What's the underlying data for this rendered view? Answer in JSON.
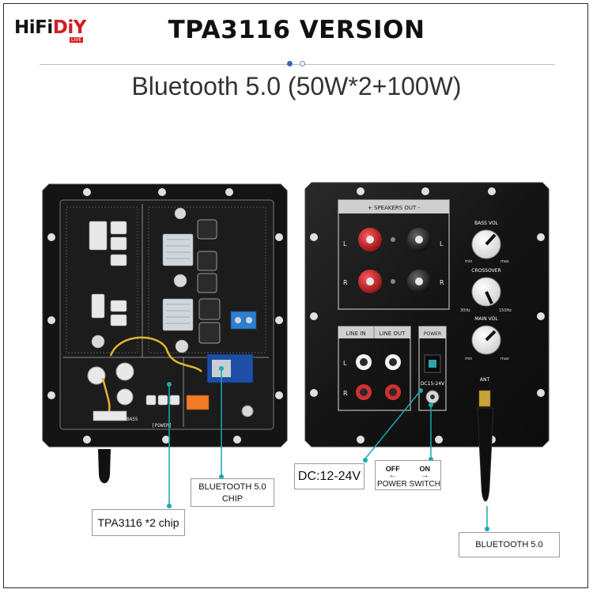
{
  "brand": {
    "logo_main": "HiFi",
    "logo_accent": "DiY",
    "logo_sub": "LIVE"
  },
  "header": {
    "title": "TPA3116 VERSION",
    "subtitle": "Bluetooth 5.0 (50W*2+100W)",
    "carousel_index": 0,
    "carousel_count": 2
  },
  "colors": {
    "accent": "#d51c24",
    "callout": "#18a9b5",
    "board": "#1b1b1b",
    "panel": "#111111",
    "dot_active": "#3d63c4"
  },
  "board_labels": {
    "power": "[POWER]",
    "bass": "BASS"
  },
  "panel": {
    "speakers_out": "+ SPEAKERS OUT -",
    "left": "L",
    "right": "R",
    "line_in": "LINE IN",
    "line_out": "LINE OUT",
    "power": "POWER",
    "dc_label": "DC15-24V",
    "ant": "ANT",
    "knobs": [
      {
        "label": "BASS VOL",
        "min": "min",
        "max": "max"
      },
      {
        "label": "CROSSOVER",
        "min": "30Hz",
        "max": "150Hz"
      },
      {
        "label": "MAIN VOL",
        "min": "min",
        "max": "max"
      }
    ]
  },
  "callouts": {
    "tpa_chip": "TPA3116 *2 chip",
    "bt_chip_line1": "BLUETOOTH 5.0",
    "bt_chip_line2": "CHIP",
    "dc_input": "DC:12-24V",
    "power_off": "OFF",
    "power_on": "ON",
    "power_switch_left": "POWER",
    "power_switch_right": "SWITCH",
    "bt_antenna": "BLUETOOTH 5.0"
  }
}
